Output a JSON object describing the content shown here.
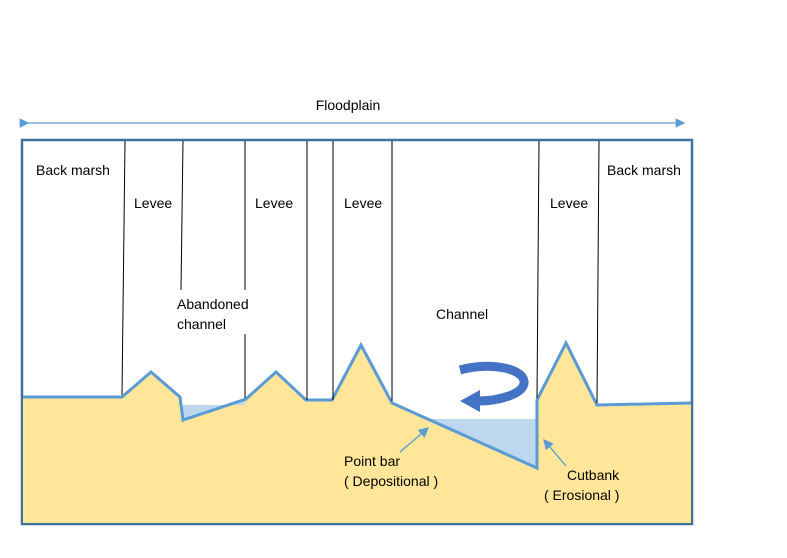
{
  "title": "Floodplain",
  "labels": {
    "back_marsh_left": "Back marsh",
    "back_marsh_right": "Back marsh",
    "levee_1": "Levee",
    "levee_2": "Levee",
    "levee_3": "Levee",
    "levee_4": "Levee",
    "abandoned_channel_line1": "Abandoned",
    "abandoned_channel_line2": "channel",
    "channel": "Channel",
    "point_bar_line1": "Point bar",
    "point_bar_line2": "( Depositional )",
    "cutbank_line1": "Cutbank",
    "cutbank_line2": "( Erosional )"
  },
  "colors": {
    "sediment": "#FFE699",
    "water": "#BDD7EE",
    "outline": "#5B9BD5",
    "frame": "#41719C",
    "flow_arrow": "#4472C4",
    "divider": "#000000"
  },
  "icons": {
    "flow_arrow": "curved-arrow-left-icon"
  }
}
